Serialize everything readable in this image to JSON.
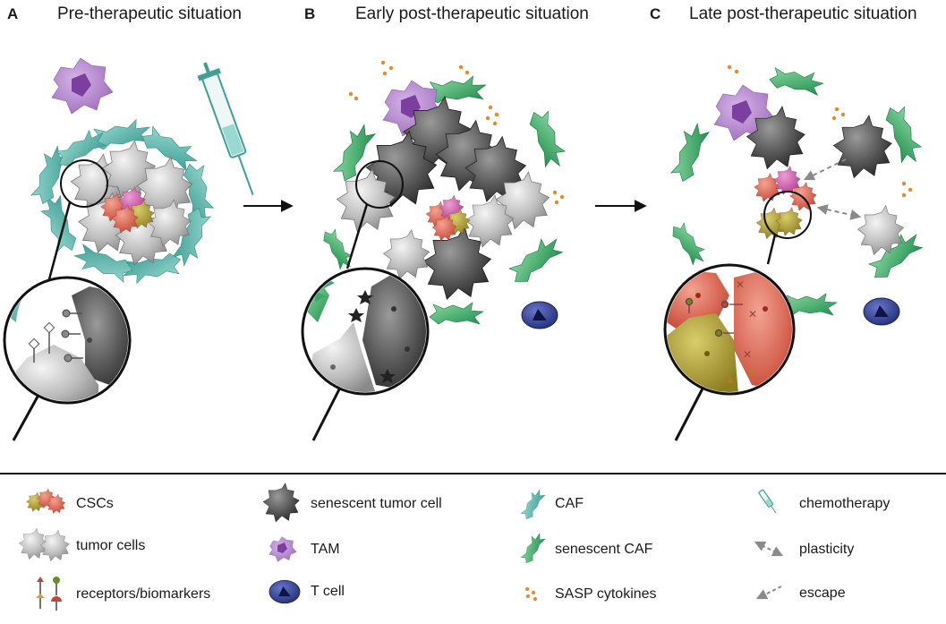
{
  "panels": [
    {
      "letter": "A",
      "title": "Pre-therapeutic situation"
    },
    {
      "letter": "B",
      "title": "Early post-therapeutic situation"
    },
    {
      "letter": "C",
      "title": "Late post-therapeutic situation"
    }
  ],
  "legend": {
    "cscs": "CSCs",
    "tumor_cells": "tumor cells",
    "receptors": "receptors/biomarkers",
    "senescent_tumor_cell": "senescent tumor cell",
    "tam": "TAM",
    "t_cell": "T cell",
    "caf": "CAF",
    "senescent_caf": "senescent CAF",
    "sasp": "SASP cytokines",
    "chemotherapy": "chemotherapy",
    "plasticity": "plasticity",
    "escape": "escape"
  },
  "colors": {
    "caf": "#5fbfb5",
    "senescent_caf": "#3aa866",
    "tam": "#b07fc8",
    "tcell": "#2e3a8c",
    "sasp": "#e8882a",
    "csc_red": "#d9604f",
    "csc_olive": "#a89a3a",
    "csc_magenta": "#c655a3"
  }
}
